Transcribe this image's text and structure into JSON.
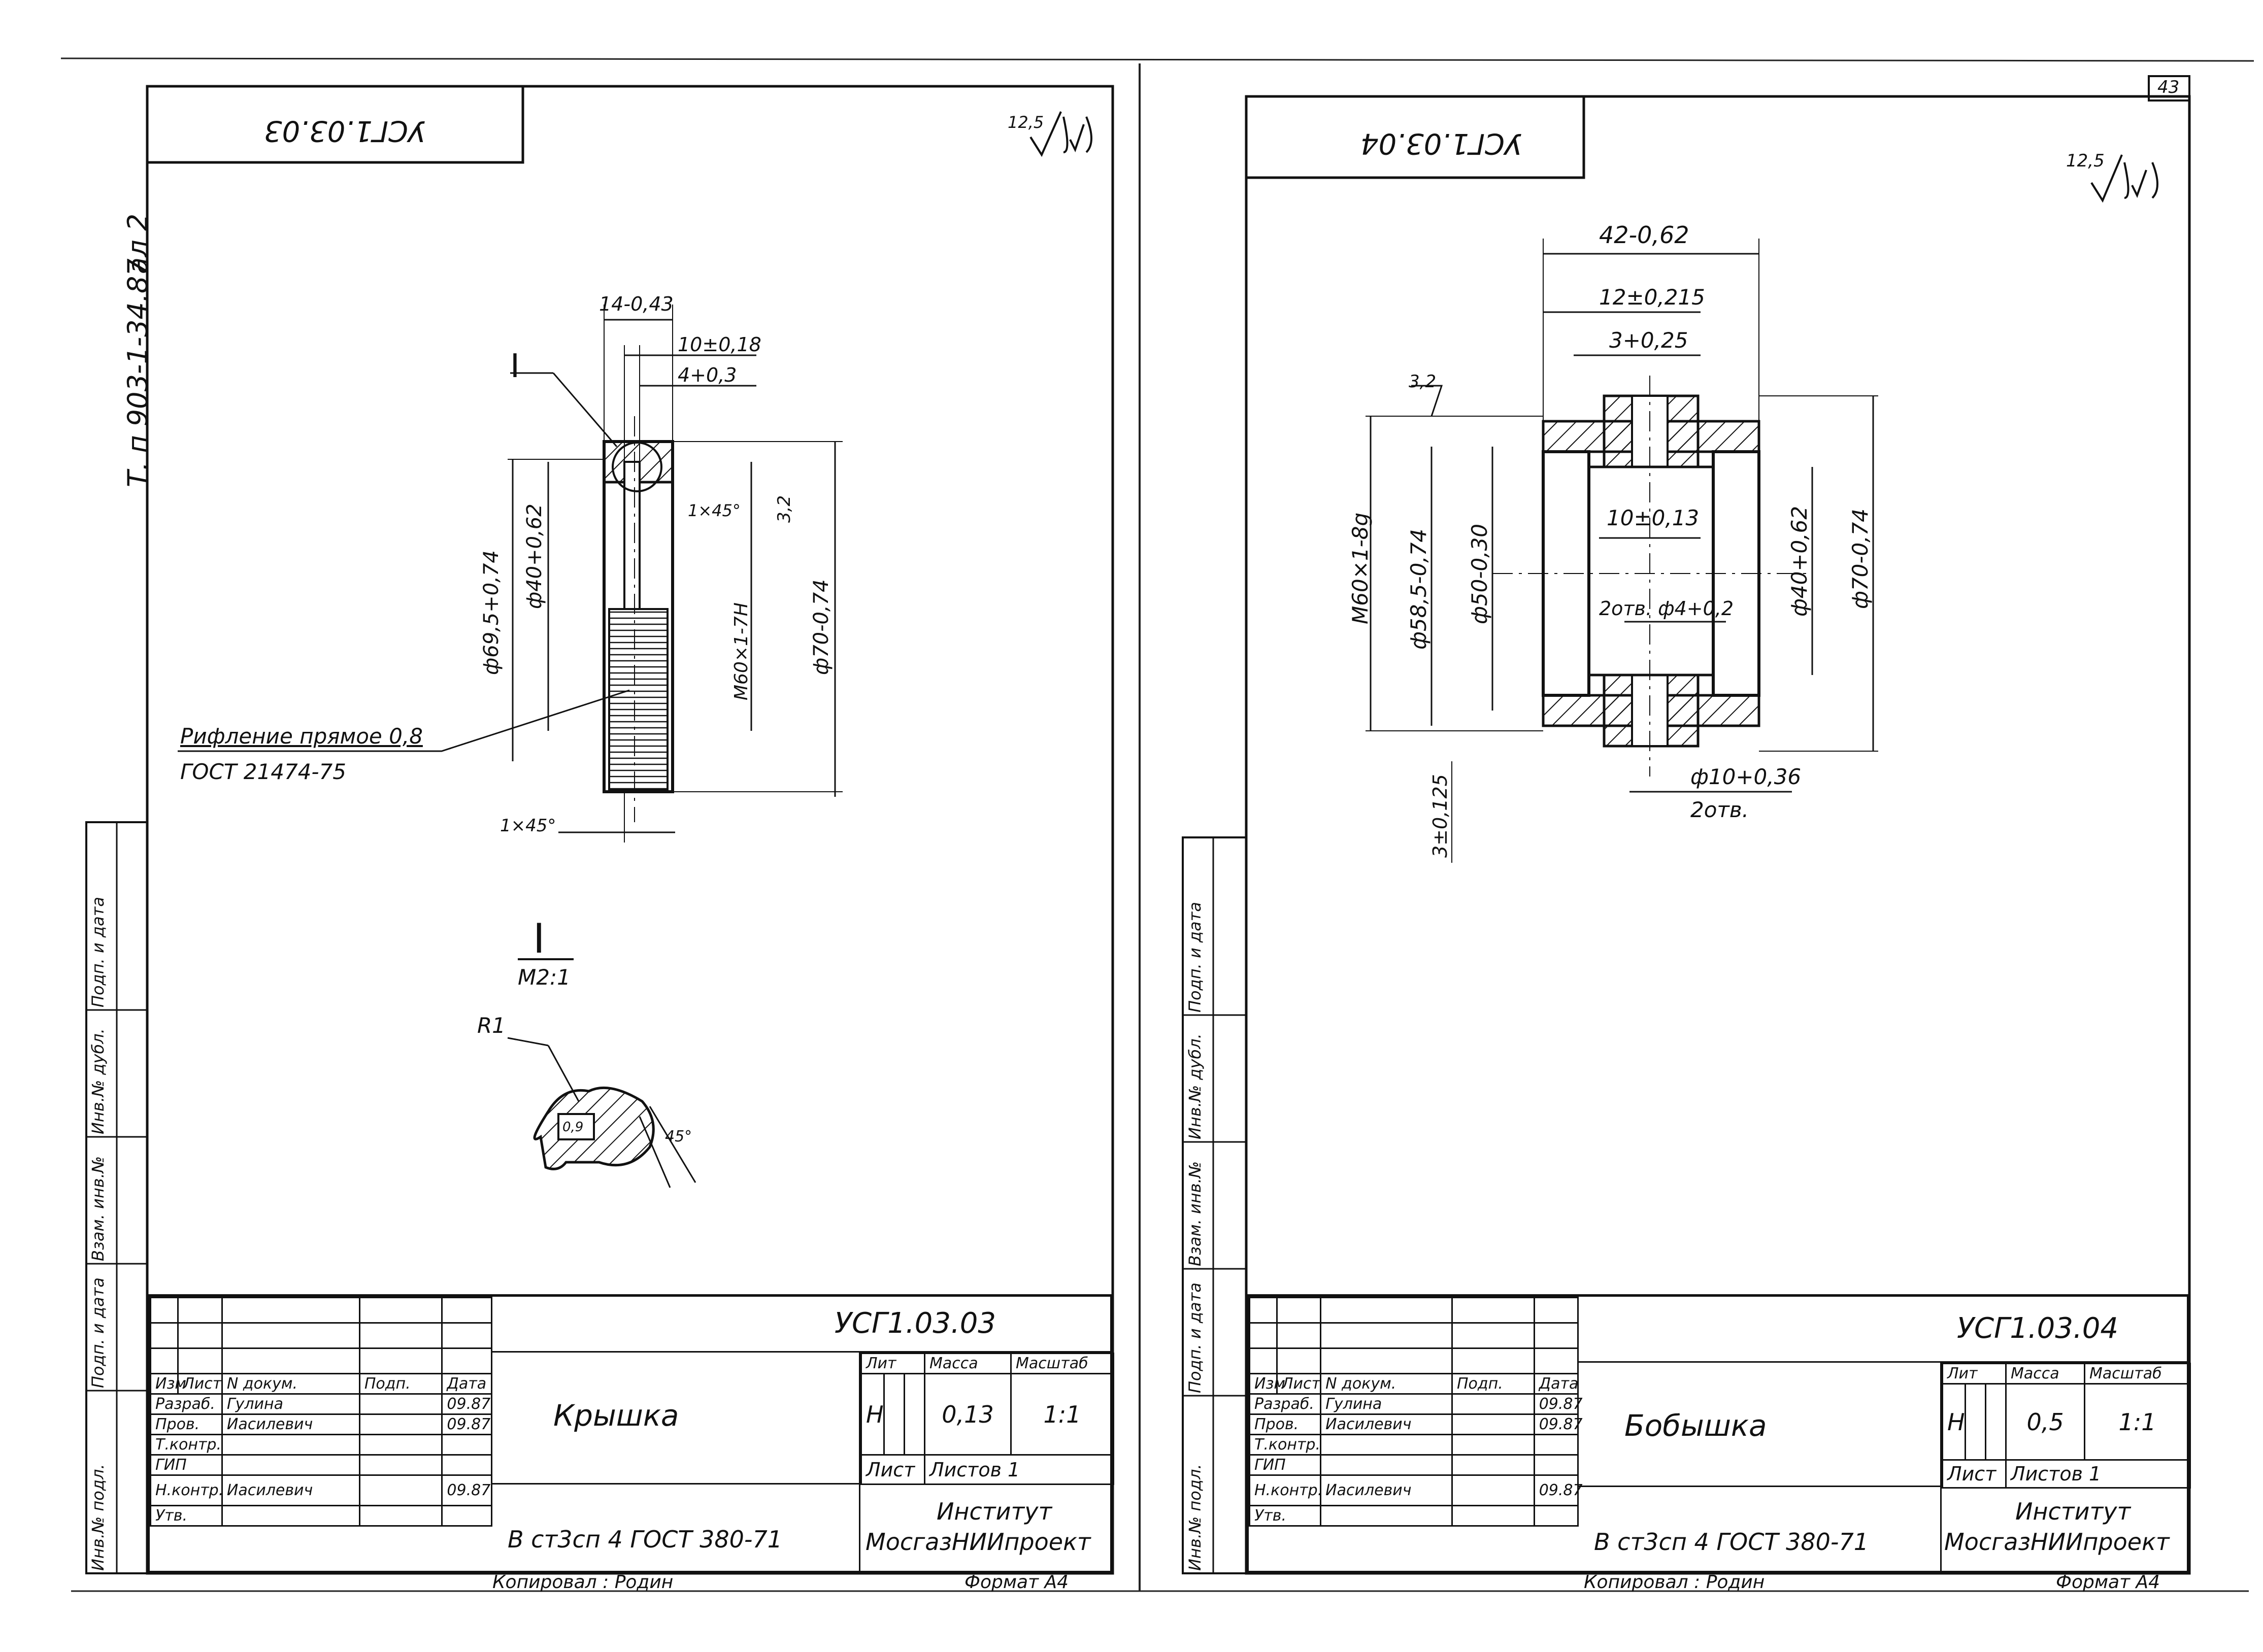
{
  "page_number": "43",
  "top_margin": {
    "project": "Т. п  903-1-34.87",
    "album": "ал 2"
  },
  "side_stamp_labels": [
    "Инв.№ подл.",
    "Подп. и дата",
    "Взам. инв.№",
    "Инв.№ дубл.",
    "Подп. и дата"
  ],
  "left_sheet": {
    "top_code": "УСГ1.03.03",
    "roughness": "12,5",
    "dimensions": {
      "width": "14-0,43",
      "d1": "10±0,18",
      "d2": "4+0,3",
      "diam_a": "ф69,5+0,74",
      "diam_b": "ф40+0,62",
      "chamfer_a": "1×45°",
      "thread": "М60×1-7Н",
      "diam_c": "ф70-0,74",
      "rough_b": "3,2",
      "chamfer_b": "1×45°"
    },
    "view_mark": "I",
    "knurl_note_1": "Рифление прямое 0,8",
    "knurl_note_2": "ГОСТ 21474-75",
    "detail_label": "I",
    "detail_scale": "М2:1",
    "detail_radius": "R1",
    "detail_dim": "0,9",
    "detail_angle": "45°",
    "title_block": {
      "code": "УСГ1.03.03",
      "name": "Крышка",
      "material": "В ст3сп 4 ГОСТ 380-71",
      "lit": "Н",
      "mass": "0,13",
      "scale": "1:1",
      "sheet": "Лист",
      "sheets": "Листов 1",
      "org_1": "Институт",
      "org_2": "МосгазНИИпроект",
      "head_lit": "Лит",
      "head_mass": "Масса",
      "head_scale": "Масштаб",
      "rows": [
        [
          "Изм",
          "Лист",
          "N докум.",
          "Подп.",
          "Дата"
        ],
        [
          "Разраб.",
          "Гулина",
          "",
          "09.87"
        ],
        [
          "Пров.",
          "Иасилевич",
          "",
          "09.87"
        ],
        [
          "Т.контр.",
          "",
          "",
          ""
        ],
        [
          "ГИП",
          "",
          "",
          ""
        ],
        [
          "Н.контр.",
          "Иасилевич",
          "",
          "09.87"
        ],
        [
          "Утв.",
          "",
          "",
          ""
        ]
      ],
      "copied": "Копировал : Родин",
      "format": "Формат А4"
    }
  },
  "right_sheet": {
    "top_code": "УСГ1.03.04",
    "roughness": "12,5",
    "dimensions": {
      "width": "42-0,62",
      "d1": "12±0,215",
      "d2": "3+0,25",
      "rough_b": "3,2",
      "thread": "М60×1-8g",
      "diam_a": "ф58,5-0,74",
      "diam_b": "ф50-0,30",
      "center": "10±0,13",
      "holes": "2отв. ф4+0,2",
      "diam_c": "ф40+0,62",
      "diam_d": "ф70-0,74",
      "side": "3±0,125",
      "hole_diam": "ф10+0,36",
      "hole_count": "2отв."
    },
    "title_block": {
      "code": "УСГ1.03.04",
      "name": "Бобышка",
      "material": "В ст3сп 4 ГОСТ 380-71",
      "lit": "Н",
      "mass": "0,5",
      "scale": "1:1",
      "sheet": "Лист",
      "sheets": "Листов 1",
      "org_1": "Институт",
      "org_2": "МосгазНИИпроект",
      "head_lit": "Лит",
      "head_mass": "Масса",
      "head_scale": "Масштаб",
      "rows": [
        [
          "Изм",
          "Лист",
          "N докум.",
          "Подп.",
          "Дата"
        ],
        [
          "Разраб.",
          "Гулина",
          "",
          "09.87"
        ],
        [
          "Пров.",
          "Иасилевич",
          "",
          "09.87"
        ],
        [
          "Т.контр.",
          "",
          "",
          ""
        ],
        [
          "ГИП",
          "",
          "",
          ""
        ],
        [
          "Н.контр.",
          "Иасилевич",
          "",
          "09.87"
        ],
        [
          "Утв.",
          "",
          "",
          ""
        ]
      ],
      "copied": "Копировал : Родин",
      "format": "Формат А4"
    }
  }
}
